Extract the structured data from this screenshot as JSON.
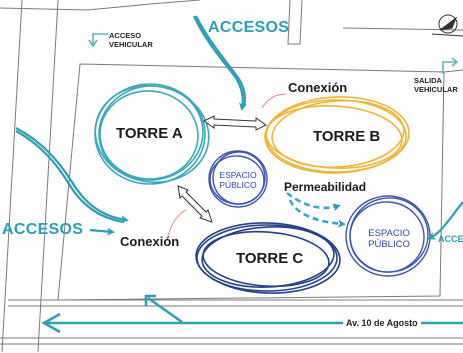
{
  "towers": {
    "a": "TORRE A",
    "b": "TORRE B",
    "c": "TORRE C"
  },
  "public_spaces": {
    "left": {
      "line1": "ESPACIO",
      "line2": "PÚBLICO"
    },
    "right": {
      "line1": "ESPACIO",
      "line2": "PÚBLICO"
    }
  },
  "relations": {
    "connection_top": "Conexión",
    "connection_bottom": "Conexión",
    "permeability": "Permeabilidad"
  },
  "access": {
    "top": "ACCESOS",
    "left": "ACCESOS",
    "right_partial": "ACCE"
  },
  "vehicle": {
    "entry_line1": "ACCESO",
    "entry_line2": "VEHICULAR",
    "exit_line1": "SALIDA",
    "exit_line2": "VEHICULAR"
  },
  "street": "Av. 10 de Agosto",
  "colors": {
    "tower_a": "#3aa9bd",
    "tower_b": "#f2b636",
    "tower_c": "#23408f",
    "public_space": "#3c54b4",
    "access_arrow": "#2a9fb5",
    "permeability_arrow": "#37a6c8",
    "connection_arrow": "#333333",
    "site_lines": "#777777",
    "annotation_line": "#e4826c"
  }
}
